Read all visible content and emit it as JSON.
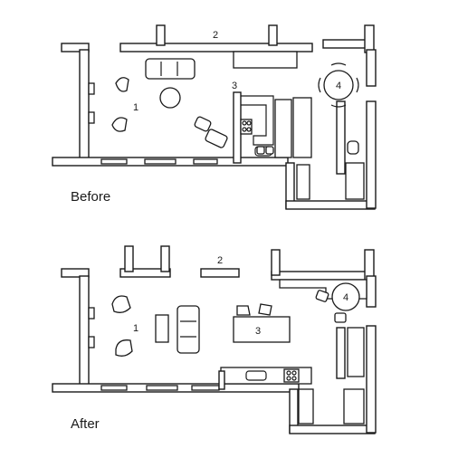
{
  "plans": [
    {
      "caption": "Before",
      "labels": [
        "1",
        "2",
        "3",
        "4"
      ]
    },
    {
      "caption": "After",
      "labels": [
        "1",
        "2",
        "3",
        "4"
      ]
    }
  ]
}
